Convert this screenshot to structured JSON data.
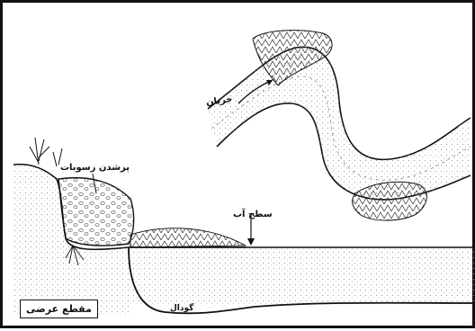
{
  "labels": {
    "current": "جریان",
    "sediment_fill": "پرشدن رسوبات",
    "water_level": "سطح آب",
    "pit": "گودال",
    "cross_section": "مقطع عرضی"
  },
  "colors": {
    "ink": "#111111",
    "stipple": "#9a9a9a",
    "water": "#f2f2f2"
  }
}
